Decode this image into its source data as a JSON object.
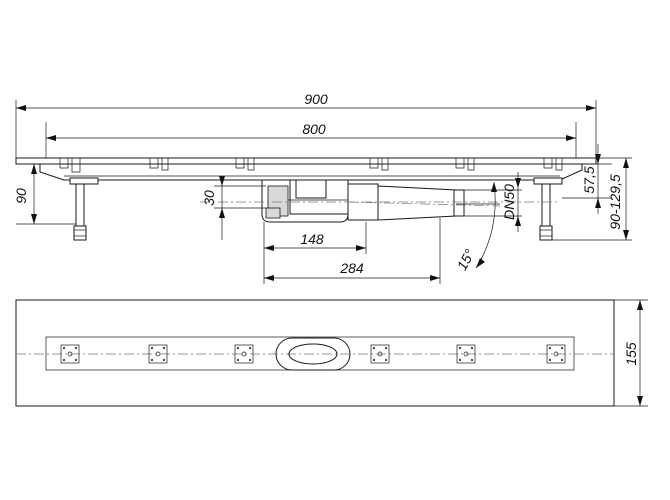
{
  "dimensions": {
    "overall_length": "900",
    "inner_length": "800",
    "total_height": "90",
    "body_depth": "30",
    "outlet_offset": "148",
    "outlet_position": "284",
    "outlet_angle": "15°",
    "outlet_size": "DN50",
    "flange_height": "57,5",
    "adjustable_height": "90-129,5",
    "width": "155"
  }
}
